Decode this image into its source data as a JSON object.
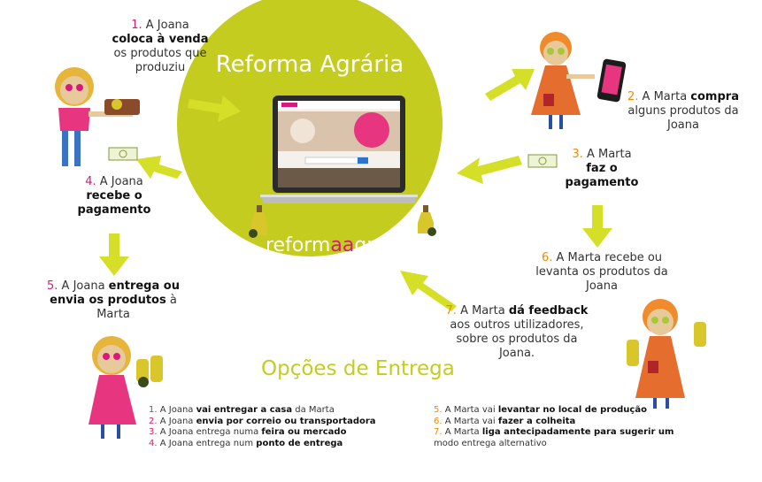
{
  "circle": {
    "title": "Reforma Agrária",
    "url_pre": "reform",
    "url_hi": "aa",
    "url_post": "graria.pt"
  },
  "steps": [
    {
      "num": "1.",
      "pre": " A Joana ",
      "bold": "coloca à venda",
      "post": " os produtos que produziu"
    },
    {
      "num": "2.",
      "pre": " A Marta ",
      "bold": "compra",
      "post": " alguns produtos da Joana"
    },
    {
      "num": "3.",
      "pre": " A Marta ",
      "bold": "faz o pagamento",
      "post": ""
    },
    {
      "num": "4.",
      "pre": " A Joana ",
      "bold": "recebe o pagamento",
      "post": ""
    },
    {
      "num": "5.",
      "pre": " A Joana ",
      "bold": "entrega ou envia os produtos",
      "post": " à Marta"
    },
    {
      "num": "6.",
      "pre": " A Marta recebe  ou levanta os produtos da Joana",
      "bold": "",
      "post": ""
    },
    {
      "num": "7.",
      "pre": " A Marta ",
      "bold": "dá feedback",
      "post": " aos outros utilizadores, sobre os produtos da Joana."
    }
  ],
  "delivery": {
    "title": "Opções de Entrega",
    "joana_options": [
      {
        "num": "1.",
        "pre": " A Joana ",
        "bold": "vai entregar a casa",
        "post": " da Marta"
      },
      {
        "num": "2.",
        "pre": " A Joana ",
        "bold": "envia por correio ou transportadora",
        "post": ""
      },
      {
        "num": "3.",
        "pre": " A Joana entrega numa ",
        "bold": "feira ou mercado",
        "post": ""
      },
      {
        "num": "4.",
        "pre": " A Joana entrega num ",
        "bold": "ponto de entrega",
        "post": ""
      }
    ],
    "marta_options": [
      {
        "num": "5.",
        "pre": " A Marta vai ",
        "bold": "levantar no local de produção",
        "post": ""
      },
      {
        "num": "6.",
        "pre": " A Marta vai ",
        "bold": "fazer a colheita",
        "post": ""
      },
      {
        "num": "7.",
        "pre": " A Marta ",
        "bold": "liga antecipadamente para sugerir um",
        "post": " modo entrega alternativo"
      }
    ]
  },
  "colors": {
    "lime": "#c4cc1f",
    "arrow": "#d6df28",
    "magenta": "#d8197c",
    "orange": "#f08a00"
  },
  "icons": [
    "arrow-icon",
    "banknote-icon",
    "laptop-icon",
    "phone-icon",
    "oil-bottle-icon",
    "jam-jar-icon"
  ]
}
